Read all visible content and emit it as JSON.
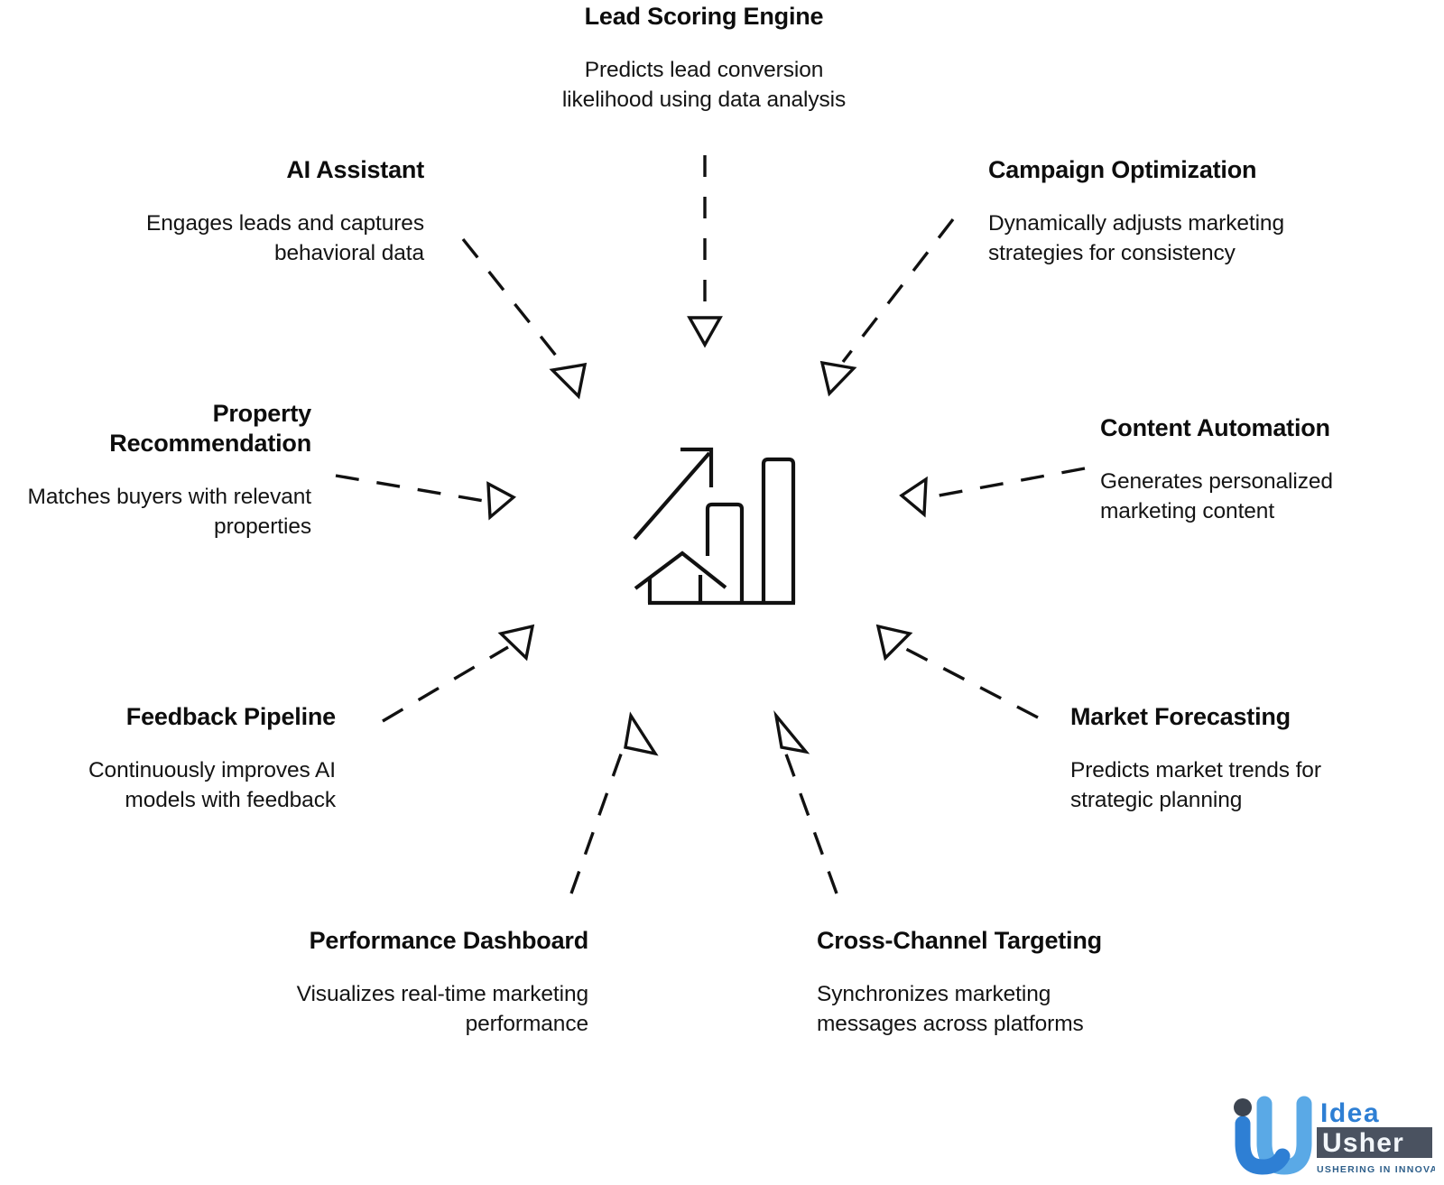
{
  "diagram": {
    "center": {
      "icon": "growth-chart-house-icon",
      "alt": "rising arrow with bar chart and house"
    },
    "nodes": [
      {
        "id": "lead-scoring",
        "title": "Lead Scoring Engine",
        "desc": "Predicts lead conversion likelihood using data analysis",
        "desc_lines": [
          "Predicts lead conversion",
          "likelihood using data analysis"
        ],
        "align": "center"
      },
      {
        "id": "ai-assistant",
        "title": "AI Assistant",
        "desc": "Engages leads and captures behavioral data",
        "desc_lines": [
          "Engages leads and captures",
          "behavioral data"
        ],
        "align": "right"
      },
      {
        "id": "campaign-optimization",
        "title": "Campaign Optimization",
        "desc": "Dynamically adjusts marketing strategies for consistency",
        "desc_lines": [
          "Dynamically adjusts marketing",
          "strategies for consistency"
        ],
        "align": "left"
      },
      {
        "id": "property-recommendation",
        "title": "Property Recommendation",
        "title_lines": [
          "Property",
          "Recommendation"
        ],
        "desc": "Matches buyers with relevant properties",
        "desc_lines": [
          "Matches buyers with relevant",
          "properties"
        ],
        "align": "right"
      },
      {
        "id": "content-automation",
        "title": "Content Automation",
        "desc": "Generates personalized marketing content",
        "desc_lines": [
          "Generates personalized",
          "marketing content"
        ],
        "align": "left"
      },
      {
        "id": "feedback-pipeline",
        "title": "Feedback Pipeline",
        "desc": "Continuously improves AI models with feedback",
        "desc_lines": [
          "Continuously improves AI",
          "models with feedback"
        ],
        "align": "right"
      },
      {
        "id": "market-forecasting",
        "title": "Market Forecasting",
        "desc": "Predicts market trends for strategic planning",
        "desc_lines": [
          "Predicts market trends for",
          "strategic planning"
        ],
        "align": "left"
      },
      {
        "id": "performance-dashboard",
        "title": "Performance Dashboard",
        "desc": "Visualizes real-time marketing performance",
        "desc_lines": [
          "Visualizes real-time marketing",
          "performance"
        ],
        "align": "right"
      },
      {
        "id": "cross-channel-targeting",
        "title": "Cross-Channel Targeting",
        "desc": "Synchronizes marketing messages across platforms",
        "desc_lines": [
          "Synchronizes marketing",
          "messages across platforms"
        ],
        "align": "left"
      }
    ],
    "connectors": {
      "style": "dashed",
      "arrowhead": "open-triangle",
      "direction": "inward-to-center",
      "count": 9,
      "color": "#111111"
    }
  },
  "logo": {
    "word_top": "Idea",
    "word_bottom": "Usher",
    "tagline": "USHERING IN INNOVATION",
    "colors": {
      "light_blue": "#5aa9e6",
      "mid_blue": "#2e7fd4",
      "dark_slate": "#3c4450",
      "tagline_color": "#2e5f8a"
    }
  },
  "page": {
    "background": "#ffffff",
    "text_color": "#111111"
  }
}
